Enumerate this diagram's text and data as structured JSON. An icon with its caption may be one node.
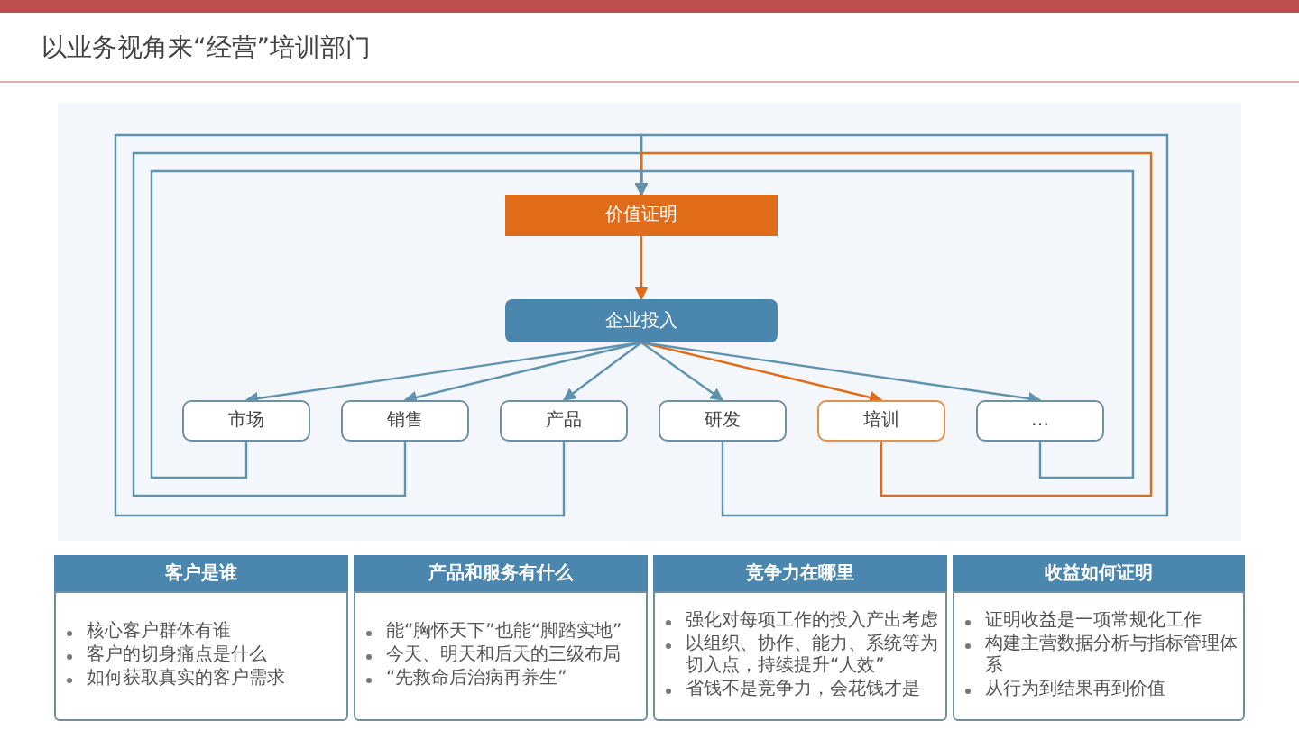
{
  "diagram": {
    "title": "以业务视角来“经营”培训部门",
    "nodes": [
      {
        "text": [
          "价值证明"
        ]
      },
      {
        "text": [
          "企业投入"
        ]
      },
      {
        "text": [
          "市场"
        ]
      },
      {
        "text": [
          "销售"
        ]
      },
      {
        "text": [
          "产品"
        ]
      },
      {
        "text": [
          "研发"
        ]
      },
      {
        "text": [
          "培训"
        ]
      },
      {
        "text": [
          "…"
        ]
      },
      {
        "text": [
          "客户是谁",
          "核心客户群体有谁",
          "客户的切身痛点是什么",
          "如何获取真实的客户需求"
        ]
      },
      {
        "text": [
          "产品和服务有什么",
          "能“胸怀天下”也能“脚踏实地”",
          "今天、明天和后天的三级布局",
          "“先救命后治病再养生”"
        ]
      },
      {
        "text": [
          "竞争力在哪里",
          "强化对每项工作的投入产出考虑",
          "以组织、协作、能力、系统等为切入点，持续提升“人效”",
          "省钱不是竞争力，会花钱才是"
        ]
      },
      {
        "text": [
          "收益如何证明",
          "证明收益是一项常规化工作",
          "构建主营数据分析与指标管理体系",
          "从行为到结果再到价值"
        ]
      }
    ],
    "edges": [
      {
        "from": 0,
        "to": 1,
        "arrow": "to",
        "color": "#e06c1a"
      },
      {
        "from": 1,
        "to": 2,
        "arrow": "to"
      },
      {
        "from": 1,
        "to": 3,
        "arrow": "to"
      },
      {
        "from": 1,
        "to": 4,
        "arrow": "to"
      },
      {
        "from": 1,
        "to": 5,
        "arrow": "to"
      },
      {
        "from": 1,
        "to": 6,
        "arrow": "to",
        "color": "#e06c1a"
      },
      {
        "from": 1,
        "to": 7,
        "arrow": "to"
      },
      {
        "from": 2,
        "to": 0,
        "arrow": "to"
      },
      {
        "from": 3,
        "to": 0,
        "arrow": "to"
      },
      {
        "from": 4,
        "to": 0,
        "arrow": "to"
      },
      {
        "from": 5,
        "to": 0,
        "arrow": "to"
      },
      {
        "from": 6,
        "to": 0,
        "arrow": "to",
        "color": "#e06c1a"
      },
      {
        "from": 7,
        "to": 0,
        "arrow": "to"
      }
    ]
  }
}
